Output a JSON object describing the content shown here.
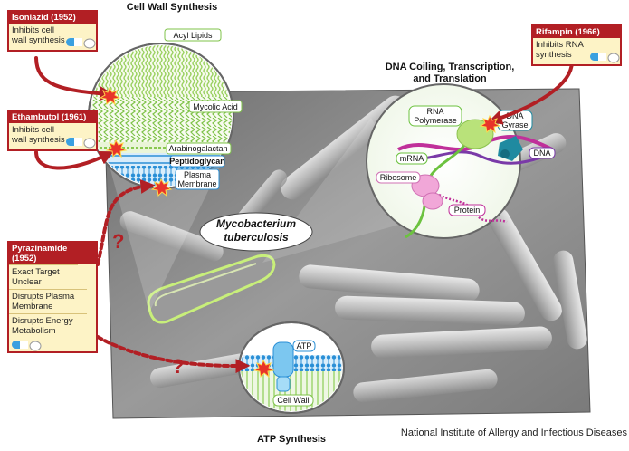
{
  "titles": {
    "cell_wall": "Cell Wall Synthesis",
    "dna_line1": "DNA Coiling, Transcription,",
    "dna_line2": "and Translation",
    "atp": "ATP Synthesis",
    "organism_line1": "Mycobacterium",
    "organism_line2": "tuberculosis"
  },
  "drugs": {
    "isoniazid": {
      "name": "Isoniazid (1952)",
      "effect": "Inhibits cell wall synthesis"
    },
    "ethambutol": {
      "name": "Ethambutol (1961)",
      "effect": "Inhibits cell wall synthesis"
    },
    "rifampin": {
      "name": "Rifampin (1966)",
      "effect": "Inhibits RNA synthesis"
    },
    "pyrazinamide": {
      "name_line1": "Pyrazinamide",
      "name_line2": "(1952)",
      "effect1": "Exact Target Unclear",
      "effect2": "Disrupts Plasma Membrane",
      "effect3": "Disrupts Energy Metabolism"
    }
  },
  "cell_wall_labels": {
    "acyl_lipids": "Acyl Lipids",
    "mycolic_acid": "Mycolic Acid",
    "arabinogalactan": "Arabinogalactan",
    "peptidoglycan": "Peptidoglycan",
    "plasma_membrane_line1": "Plasma",
    "plasma_membrane_line2": "Membrane"
  },
  "dna_labels": {
    "rna_pol_line1": "RNA",
    "rna_pol_line2": "Polymerase",
    "dna_gyrase_line1": "DNA",
    "dna_gyrase_line2": "Gyrase",
    "mrna": "mRNA",
    "dna": "DNA",
    "ribosome": "Ribosome",
    "protein": "Protein"
  },
  "atp_labels": {
    "atp": "ATP",
    "cell_wall": "Cell Wall"
  },
  "question_mark": "?",
  "credit": "National Institute of Allergy and Infectious Diseases",
  "colors": {
    "drug_red": "#b21f24",
    "drug_box_fill": "#fdf3c6",
    "membrane_blue": "#2a8fd6",
    "lipid_green": "#a6d86a",
    "magenta": "#c0309a",
    "micrograph_gray": "#8f8f8f"
  }
}
